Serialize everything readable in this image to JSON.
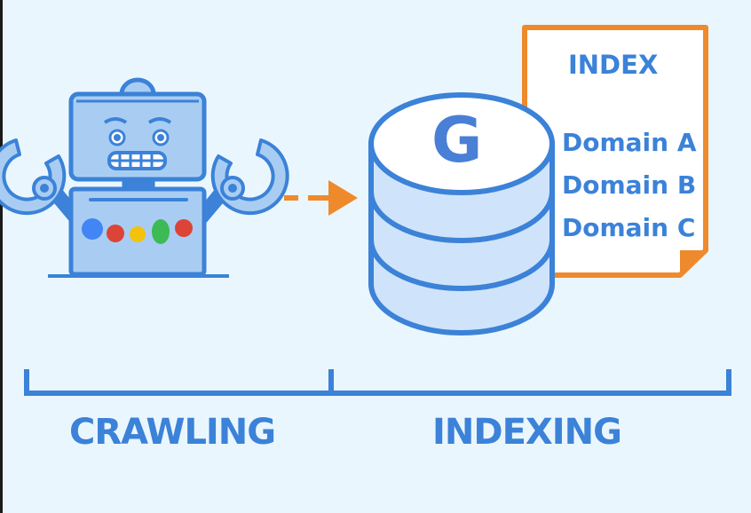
{
  "colors": {
    "background": "#eaf6fe",
    "primary_blue": "#3b82d8",
    "light_blue": "#a9cdf2",
    "orange": "#ef8a2c",
    "google_blue": "#4285f4",
    "google_red": "#db4437",
    "google_yellow": "#f4c20d",
    "google_green": "#3cba54"
  },
  "crawler": {
    "icon": "robot-crawler-icon"
  },
  "arrow": {
    "icon": "dashed-arrow-right-icon"
  },
  "database": {
    "icon": "database-icon",
    "logo_letter": "G"
  },
  "index_document": {
    "title": "INDEX",
    "entries": [
      "Domain A",
      "Domain B",
      "Domain C"
    ]
  },
  "stages": [
    {
      "label": "CRAWLING"
    },
    {
      "label": "INDEXING"
    }
  ]
}
